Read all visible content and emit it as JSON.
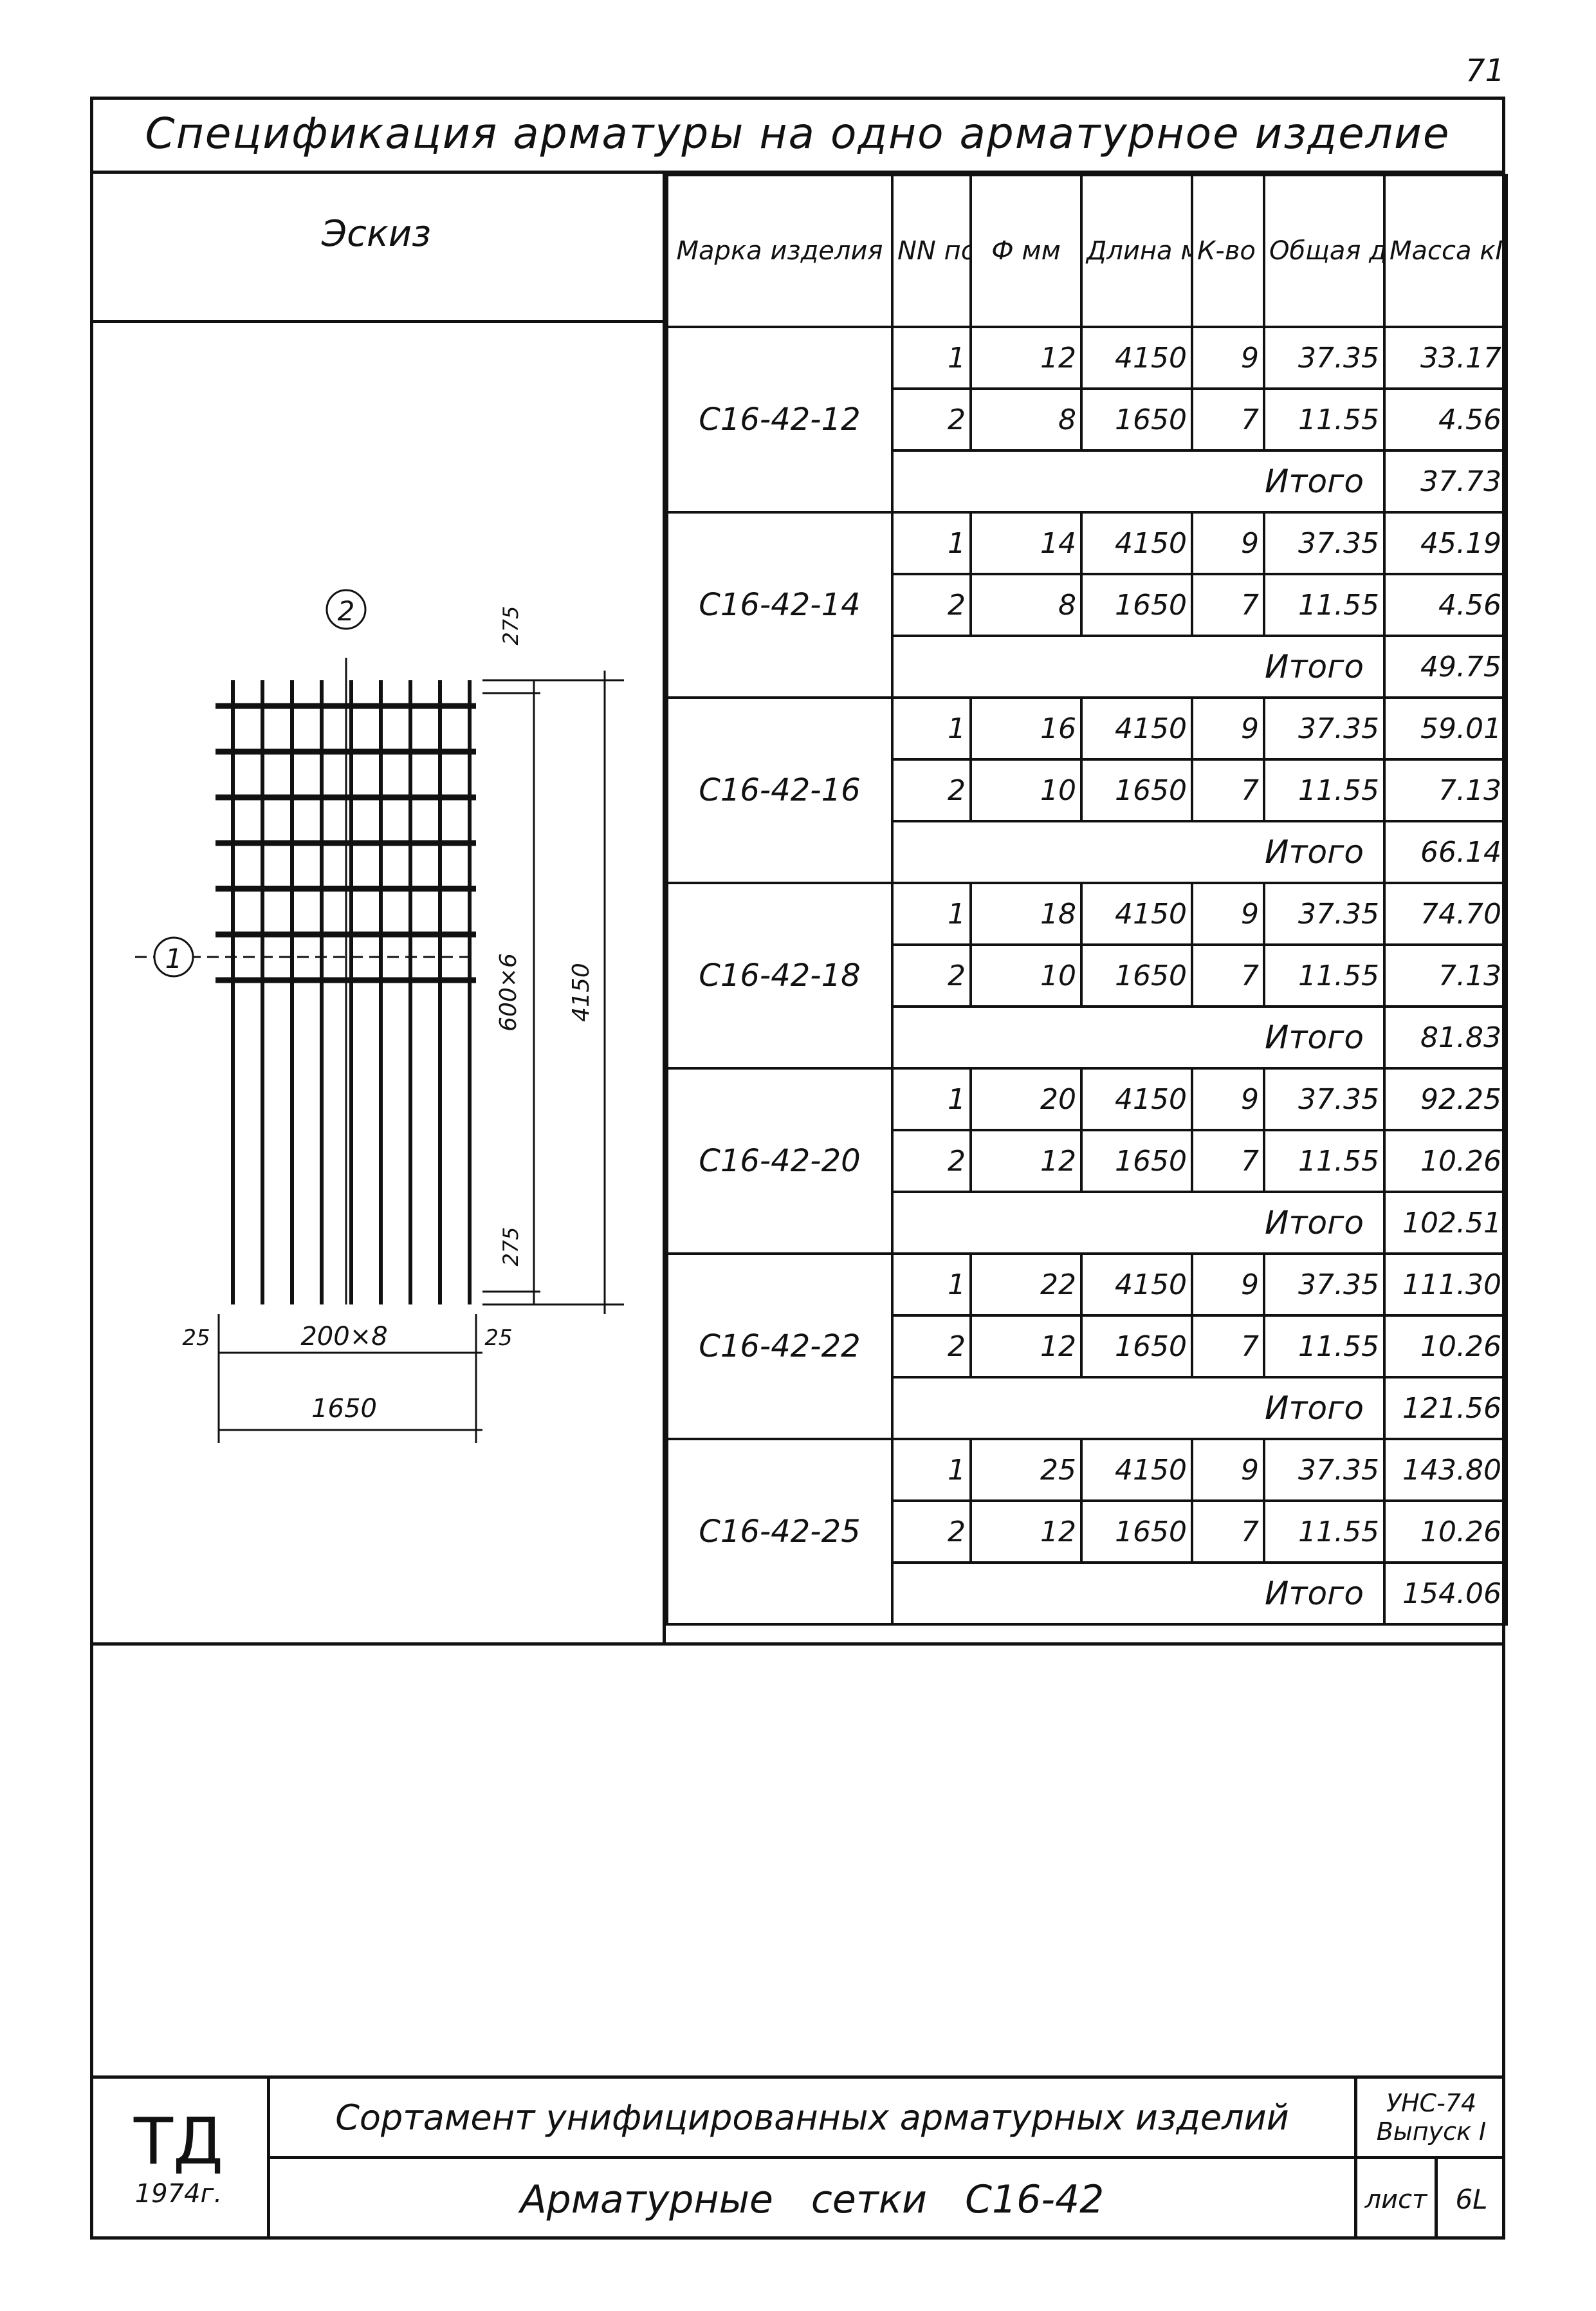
{
  "page_number": "71",
  "spec_title": "Спецификация арматуры на одно арматурное изделие",
  "sketch_header": "Эскиз",
  "headers": {
    "mark": "Марка изделия",
    "pos": "NN поз.",
    "dia": "Ф мм",
    "length": "Длина мм",
    "qty": "К-во шт.",
    "total_len": "Общая длина м",
    "mass": "Масса кГ"
  },
  "itogo_label": "Итого",
  "products": [
    {
      "mark": "С16-42-12",
      "rows": [
        [
          "1",
          "12",
          "4150",
          "9",
          "37.35",
          "33.17"
        ],
        [
          "2",
          "8",
          "1650",
          "7",
          "11.55",
          "4.56"
        ]
      ],
      "total": "37.73"
    },
    {
      "mark": "С16-42-14",
      "rows": [
        [
          "1",
          "14",
          "4150",
          "9",
          "37.35",
          "45.19"
        ],
        [
          "2",
          "8",
          "1650",
          "7",
          "11.55",
          "4.56"
        ]
      ],
      "total": "49.75"
    },
    {
      "mark": "С16-42-16",
      "rows": [
        [
          "1",
          "16",
          "4150",
          "9",
          "37.35",
          "59.01"
        ],
        [
          "2",
          "10",
          "1650",
          "7",
          "11.55",
          "7.13"
        ]
      ],
      "total": "66.14"
    },
    {
      "mark": "С16-42-18",
      "rows": [
        [
          "1",
          "18",
          "4150",
          "9",
          "37.35",
          "74.70"
        ],
        [
          "2",
          "10",
          "1650",
          "7",
          "11.55",
          "7.13"
        ]
      ],
      "total": "81.83"
    },
    {
      "mark": "С16-42-20",
      "rows": [
        [
          "1",
          "20",
          "4150",
          "9",
          "37.35",
          "92.25"
        ],
        [
          "2",
          "12",
          "1650",
          "7",
          "11.55",
          "10.26"
        ]
      ],
      "total": "102.51"
    },
    {
      "mark": "С16-42-22",
      "rows": [
        [
          "1",
          "22",
          "4150",
          "9",
          "37.35",
          "111.30"
        ],
        [
          "2",
          "12",
          "1650",
          "7",
          "11.55",
          "10.26"
        ]
      ],
      "total": "121.56"
    },
    {
      "mark": "С16-42-25",
      "rows": [
        [
          "1",
          "25",
          "4150",
          "9",
          "37.35",
          "143.80"
        ],
        [
          "2",
          "12",
          "1650",
          "7",
          "11.55",
          "10.26"
        ]
      ],
      "total": "154.06"
    }
  ],
  "sketch": {
    "bubble_1": "1",
    "bubble_2": "2",
    "dim_top": "275",
    "dim_bottom": "275",
    "dim_middle": "600×6",
    "dim_total_height": "4150",
    "dim_left": "25",
    "dim_right": "25",
    "dim_spacing": "200×8",
    "dim_total_width": "1650"
  },
  "title_block": {
    "org": "ТД",
    "year": "1974г.",
    "title": "Сортамент унифицированных арматурных изделий",
    "subtitle": "Арматурные сетки С16-42",
    "code": "УНС-74",
    "issue": "Выпуск I",
    "sheet_label": "лист",
    "sheet_no": "6L"
  }
}
